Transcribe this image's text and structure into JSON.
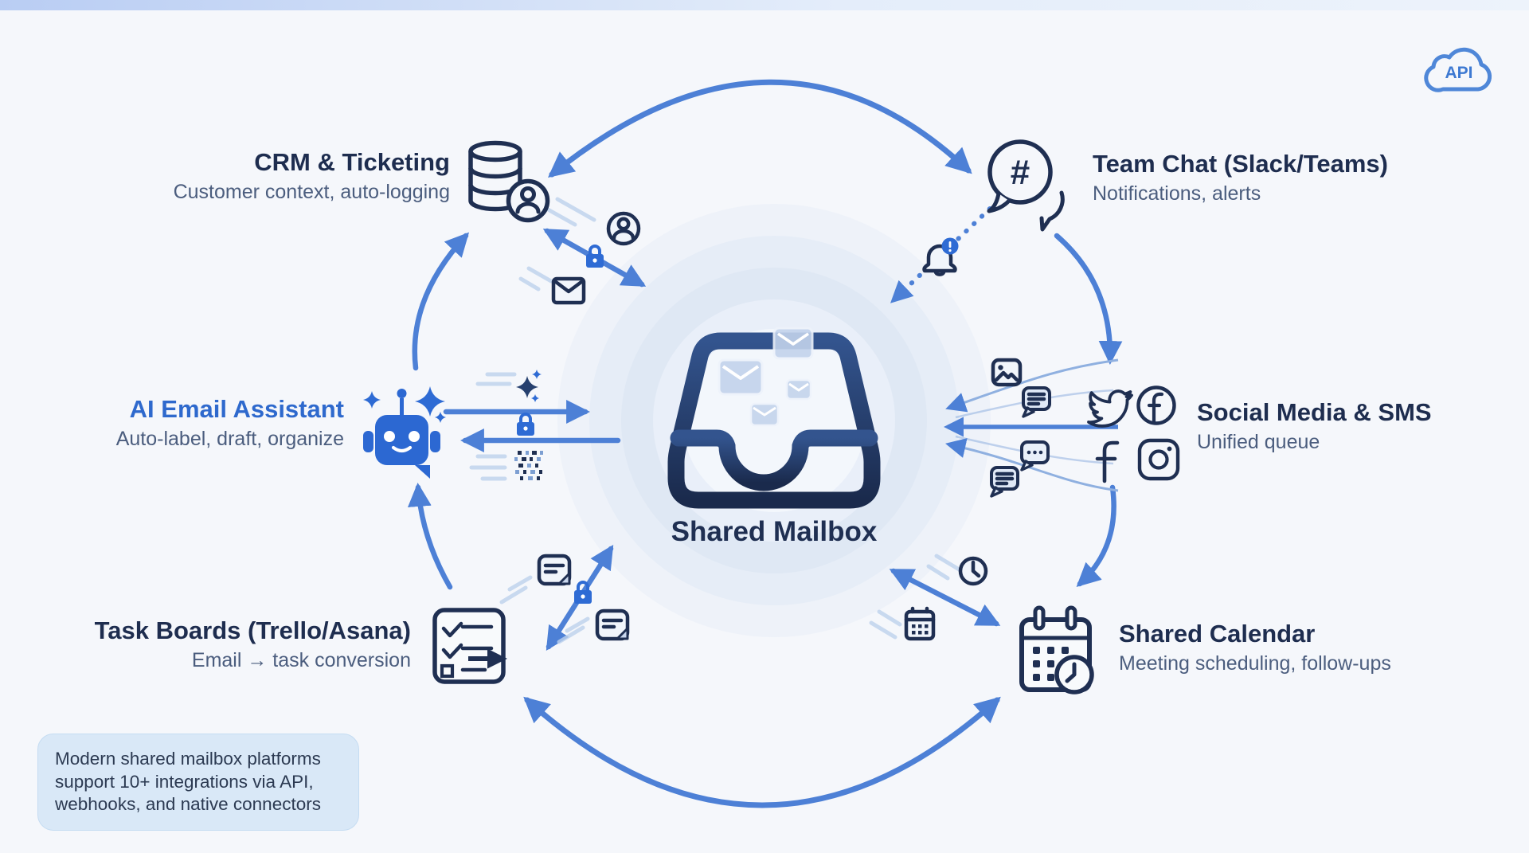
{
  "api_badge": {
    "label": "API"
  },
  "center": {
    "title": "Shared Mailbox",
    "icon": "inbox-mailbox-icon"
  },
  "nodes": {
    "crm": {
      "title": "CRM & Ticketing",
      "subtitle": "Customer context, auto-logging",
      "icon": "database-user-icon"
    },
    "team_chat": {
      "title": "Team Chat (Slack/Teams)",
      "subtitle": "Notifications, alerts",
      "icon": "hash-chat-bubbles-icon",
      "glyph": "#"
    },
    "ai_assistant": {
      "title": "AI Email Assistant",
      "subtitle": "Auto-label, draft, organize",
      "icon": "robot-sparkles-icon"
    },
    "social": {
      "title": "Social Media & SMS",
      "subtitle": "Unified queue",
      "icon": "social-logos-grid-icon"
    },
    "task_boards": {
      "title": "Task Boards (Trello/Asana)",
      "subtitle": "Email → task conversion",
      "icon": "checklist-arrow-icon"
    },
    "calendar": {
      "title": "Shared Calendar",
      "subtitle": "Meeting scheduling, follow-ups",
      "icon": "calendar-clock-icon"
    }
  },
  "note": {
    "lines": [
      "Modern shared mailbox platforms",
      "support 10+ integrations via API,",
      "webhooks, and native connectors"
    ]
  },
  "connector_icons": [
    "person-icon",
    "lock-icon",
    "envelope-icon",
    "bell-alert-icon",
    "sparkle-icon",
    "data-matrix-icon",
    "photo-icon",
    "chat-lines-icon",
    "chat-dots-icon",
    "note-icon",
    "clock-icon",
    "mini-calendar-icon"
  ],
  "colors": {
    "accent": "#4d80d6",
    "accent2": "#2e6bd4",
    "navy": "#1f2f52",
    "title": "#1e2d4f",
    "subtitle": "#4b5d7e",
    "aiblue": "#2e69cd",
    "robot": "#2c68d2",
    "notebg": "#d9e8f7",
    "noteborder": "#c5dcf2",
    "notetext": "#2c3a52",
    "stripa": "#b9cdf3",
    "stripb": "#e4edfa",
    "cloud": "#4f87d8",
    "cloudtxt": "#3d79d2",
    "mailtop": "#33548e",
    "mailbot": "#1a2a4c",
    "envfill": "#c3d3ec",
    "fanline": "#8fb0e0",
    "streak": "#bdd1ec"
  }
}
